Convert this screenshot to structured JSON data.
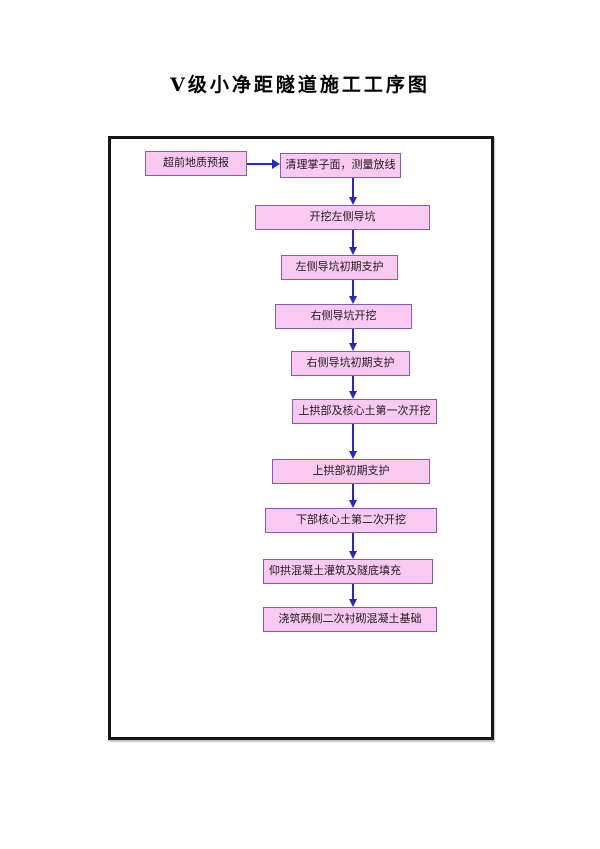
{
  "page": {
    "title": "Ⅴ级小净距隧道施工工序图"
  },
  "flowchart": {
    "nodes": [
      {
        "id": "advance-geological-forecast",
        "label": "超前地质预报"
      },
      {
        "id": "clean-face-survey-layout",
        "label": "清理掌子面，测量放线"
      },
      {
        "id": "excavate-left-pilot-tunnel",
        "label": "开挖左侧导坑"
      },
      {
        "id": "left-pilot-initial-support",
        "label": "左侧导坑初期支护"
      },
      {
        "id": "right-pilot-excavation",
        "label": "右侧导坑开挖"
      },
      {
        "id": "right-pilot-initial-support",
        "label": "右侧导坑初期支护"
      },
      {
        "id": "upper-arch-core-first-excavation",
        "label": "上拱部及核心土第一次开挖"
      },
      {
        "id": "upper-arch-initial-support",
        "label": "上拱部初期支护"
      },
      {
        "id": "lower-core-second-excavation",
        "label": "下部核心土第二次开挖"
      },
      {
        "id": "invert-concrete-pour-fill",
        "label": "仰拱混凝土灌筑及隧底填充"
      },
      {
        "id": "side-second-lining-foundation",
        "label": "浇筑两侧二次衬砌混凝土基础"
      }
    ],
    "edges": [
      {
        "from": "advance-geological-forecast",
        "to": "clean-face-survey-layout",
        "direction": "right"
      },
      {
        "from": "clean-face-survey-layout",
        "to": "excavate-left-pilot-tunnel",
        "direction": "down"
      },
      {
        "from": "excavate-left-pilot-tunnel",
        "to": "left-pilot-initial-support",
        "direction": "down"
      },
      {
        "from": "left-pilot-initial-support",
        "to": "right-pilot-excavation",
        "direction": "down"
      },
      {
        "from": "right-pilot-excavation",
        "to": "right-pilot-initial-support",
        "direction": "down"
      },
      {
        "from": "right-pilot-initial-support",
        "to": "upper-arch-core-first-excavation",
        "direction": "down"
      },
      {
        "from": "upper-arch-core-first-excavation",
        "to": "upper-arch-initial-support",
        "direction": "down"
      },
      {
        "from": "upper-arch-initial-support",
        "to": "lower-core-second-excavation",
        "direction": "down"
      },
      {
        "from": "lower-core-second-excavation",
        "to": "invert-concrete-pour-fill",
        "direction": "down"
      },
      {
        "from": "invert-concrete-pour-fill",
        "to": "side-second-lining-foundation",
        "direction": "down"
      }
    ]
  },
  "colors": {
    "node_fill": "#fac9f1",
    "node_border": "#7d5fb4",
    "arrow": "#2626cc",
    "frame_border": "#161616",
    "title_text": "#000000",
    "node_text": "#1b1b1b"
  }
}
